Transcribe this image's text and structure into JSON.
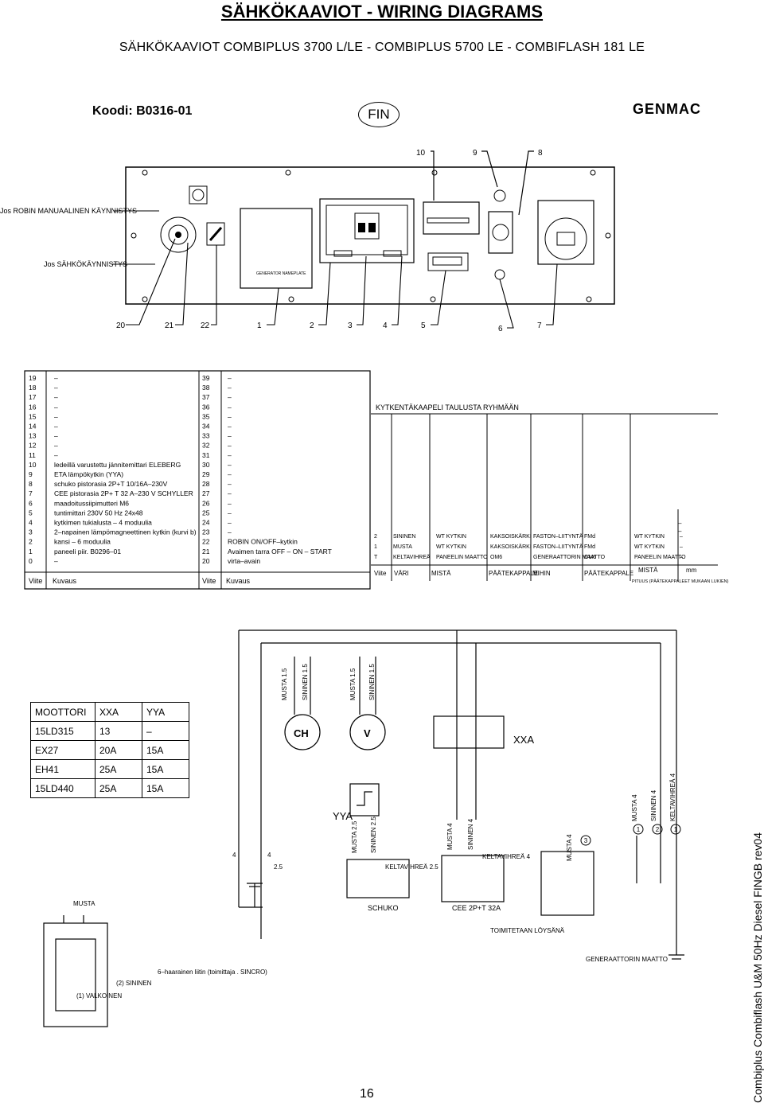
{
  "header": {
    "title": "SÄHKÖKAAVIOT - WIRING DIAGRAMS",
    "subtitle": "SÄHKÖKAAVIOT COMBIPLUS 3700 L/LE - COMBIPLUS 5700 LE - COMBIFLASH 181 LE",
    "koodi": "Koodi: B0316-01",
    "lang": "FIN",
    "logo": "GENMAC"
  },
  "panel": {
    "label_manual": "Jos ROBIN MANUAALINEN KÄYNNISTYS",
    "label_electric": "Jos SÄHKÖKÄYNNISTYS",
    "plate_text": "GENERATOR NAMEPLATE",
    "top_numbers": [
      "10",
      "9",
      "8"
    ],
    "bottom_numbers": [
      "20",
      "21",
      "22",
      "1",
      "2",
      "3",
      "4",
      "5",
      "6",
      "7"
    ]
  },
  "parts_table": {
    "left": [
      {
        "viite": "19",
        "kuvaus": "–"
      },
      {
        "viite": "18",
        "kuvaus": "–"
      },
      {
        "viite": "17",
        "kuvaus": "–"
      },
      {
        "viite": "16",
        "kuvaus": "–"
      },
      {
        "viite": "15",
        "kuvaus": "–"
      },
      {
        "viite": "14",
        "kuvaus": "–"
      },
      {
        "viite": "13",
        "kuvaus": "–"
      },
      {
        "viite": "12",
        "kuvaus": "–"
      },
      {
        "viite": "11",
        "kuvaus": "–"
      },
      {
        "viite": "10",
        "kuvaus": "ledeillä varustettu jännitemittari ELEBERG"
      },
      {
        "viite": "9",
        "kuvaus": "ETA lämpökytkin (YYA)"
      },
      {
        "viite": "8",
        "kuvaus": "schuko pistorasia 2P+T 10/16A–230V"
      },
      {
        "viite": "7",
        "kuvaus": "CEE pistorasia 2P+ T  32 A–230 V SCHYLLER"
      },
      {
        "viite": "6",
        "kuvaus": "maadoitussiipimutteri M6"
      },
      {
        "viite": "5",
        "kuvaus": "tuntimittari 230V 50 Hz 24x48"
      },
      {
        "viite": "4",
        "kuvaus": "kytkimen tukialusta   – 4 moduulia"
      },
      {
        "viite": "3",
        "kuvaus": "2–napainen lämpömagneettinen kytkin (kurvi b)"
      },
      {
        "viite": "2",
        "kuvaus": "kansi – 6 moduulia"
      },
      {
        "viite": "1",
        "kuvaus": "paneeli piir. B0296–01"
      },
      {
        "viite": "0",
        "kuvaus": "–"
      }
    ],
    "right": [
      {
        "viite": "39",
        "kuvaus": "–"
      },
      {
        "viite": "38",
        "kuvaus": "–"
      },
      {
        "viite": "37",
        "kuvaus": "–"
      },
      {
        "viite": "36",
        "kuvaus": "–"
      },
      {
        "viite": "35",
        "kuvaus": "–"
      },
      {
        "viite": "34",
        "kuvaus": "–"
      },
      {
        "viite": "33",
        "kuvaus": "–"
      },
      {
        "viite": "32",
        "kuvaus": "–"
      },
      {
        "viite": "31",
        "kuvaus": "–"
      },
      {
        "viite": "30",
        "kuvaus": "–"
      },
      {
        "viite": "29",
        "kuvaus": "–"
      },
      {
        "viite": "28",
        "kuvaus": "–"
      },
      {
        "viite": "27",
        "kuvaus": "–"
      },
      {
        "viite": "26",
        "kuvaus": "–"
      },
      {
        "viite": "25",
        "kuvaus": "–"
      },
      {
        "viite": "24",
        "kuvaus": "–"
      },
      {
        "viite": "23",
        "kuvaus": "–"
      },
      {
        "viite": "22",
        "kuvaus": "ROBIN ON/OFF–kytkin"
      },
      {
        "viite": "21",
        "kuvaus": "Avaimen tarra OFF – ON – START"
      },
      {
        "viite": "20",
        "kuvaus": "virta–avain"
      }
    ],
    "col_viite": "Viite",
    "col_kuvaus": "Kuvaus"
  },
  "cable_table": {
    "title": "KYTKENTÄKAAPELI TAULUSTA RYHMÄÄN",
    "headers": [
      "Viite",
      "VÄRI",
      "MISTÄ",
      "PÄÄTEKAPPALE",
      "MIHIN",
      "PÄÄTEKAPPALE",
      "MISTÄ",
      "mm"
    ],
    "footer_note": "PITUUS (PÄÄTEKAPPALEET MUKAAN LUKIEN)",
    "rows": [
      [
        "2",
        "SININEN",
        "WT KYTKIN",
        "KAKSOISKÄRKI",
        "FASTON–LIITYNTÄ",
        "FMd",
        "WT KYTKIN",
        "–"
      ],
      [
        "1",
        "MUSTA",
        "WT KYTKIN",
        "KAKSOISKÄRKI",
        "FASTON–LIITYNTÄ",
        "FMd",
        "WT KYTKIN",
        "–"
      ],
      [
        "T",
        "KELTAVIHREÄ",
        "PANEELIN MAATTO",
        "OM6",
        "GENERAATTORIN MAATTO",
        "OM6",
        "PANEELIN MAATTO",
        "–"
      ]
    ],
    "extra_dashes": [
      "–",
      "–"
    ]
  },
  "motor_table": {
    "headers": [
      "MOOTTORI",
      "XXA",
      "YYA"
    ],
    "rows": [
      [
        "15LD315",
        "13",
        "–"
      ],
      [
        "EX27",
        "20A",
        "15A"
      ],
      [
        "EH41",
        "25A",
        "15A"
      ],
      [
        "15LD440",
        "25A",
        "15A"
      ]
    ]
  },
  "schematic": {
    "wire_labels": [
      "MUSTA 1.5",
      "SININEN 1.5",
      "MUSTA 1.5",
      "SININEN 1.5",
      "MUSTA 2.5",
      "SININEN 2.5",
      "MUSTA 4",
      "SININEN 4",
      "MUSTA 4",
      "MUSTA 4",
      "SININEN 4",
      "KELTAVIHREÄ 4"
    ],
    "ch_label": "CH",
    "v_label": "V",
    "xxa_label": "XXA",
    "yya_label": "YYA",
    "schuko_label": "SCHUKO",
    "cee_label": "CEE 2P+T 32A",
    "toimitetaan": "TOIMITETAAN LÖYSÄNÄ",
    "generator_ground": "GENERAATTORIN MAATTO",
    "kv_25": "KELTAVIHREÄ 2.5",
    "kv_4": "KELTAVIHREÄ 4",
    "size_25": "2.5",
    "num_4a": "4",
    "num_4b": "4",
    "connector_musta": "MUSTA",
    "connector_note": "6–haarainen liitin (toimittaja . SINCRO)",
    "connector_sininen": "(2) SININEN",
    "connector_valkoinen": "(1) VALKOINEN",
    "circle_3": "3",
    "circle_1a": "1",
    "circle_2": "2",
    "circle_1b": "1"
  },
  "footer": {
    "page_number": "16",
    "side_text": "Combiplus Combiflash U&M 50Hz Diesel FINGB rev04"
  }
}
